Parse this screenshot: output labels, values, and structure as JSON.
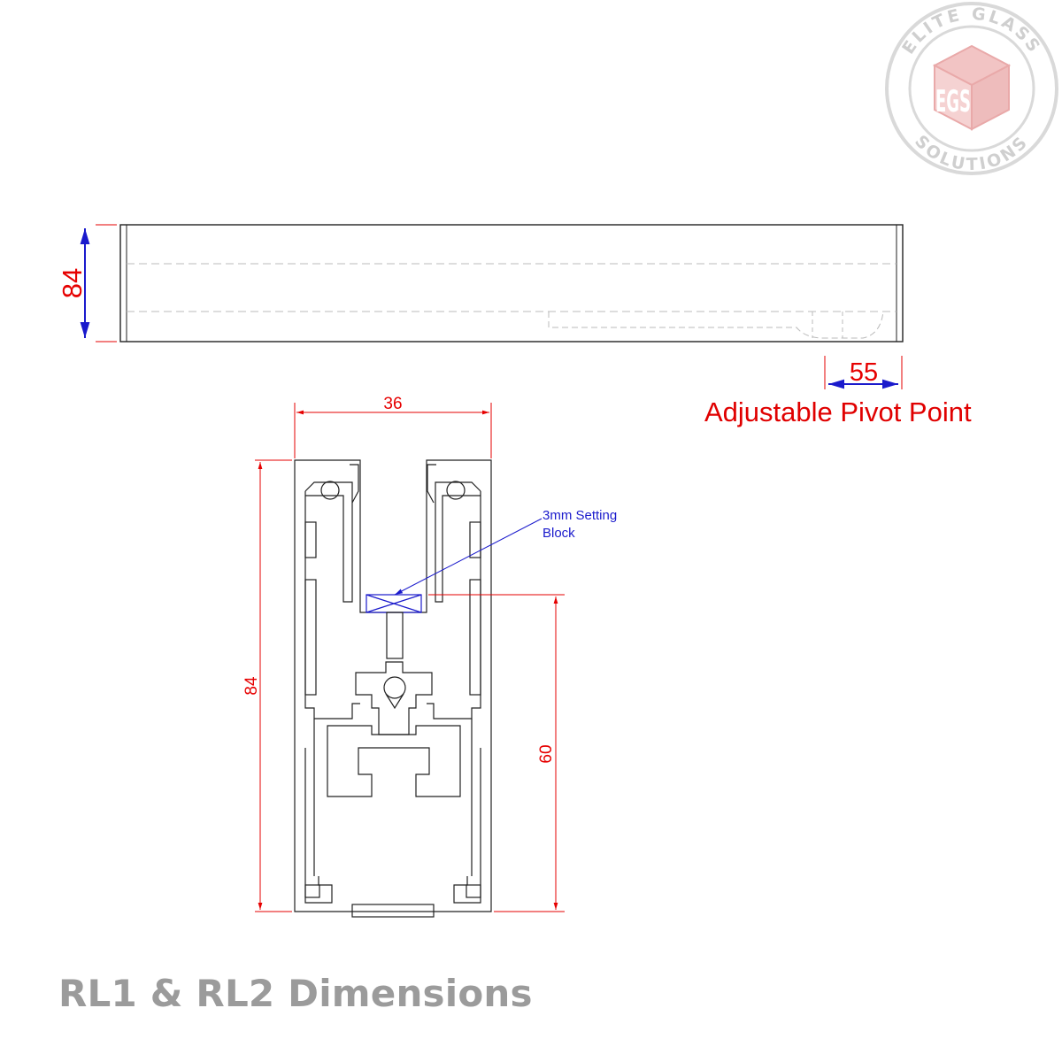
{
  "title": "RL1 & RL2 Dimensions",
  "logo": {
    "top_text": "ELITE GLASS",
    "bottom_text": "SOLUTIONS",
    "monogram": "EGS"
  },
  "side_view": {
    "height_label": "84",
    "pivot_offset_label": "55",
    "pivot_caption": "Adjustable Pivot Point"
  },
  "section_view": {
    "width_label": "36",
    "height_label": "84",
    "glass_depth_label": "60",
    "setting_block_label_line1": "3mm Setting",
    "setting_block_label_line2": "Block"
  },
  "colors": {
    "dimension": "#e60000",
    "callout": "#1a1acc",
    "outline": "#222222",
    "hidden_line": "#bbbbbb",
    "caption": "#9b9b9b",
    "logo": "#d9d9d9",
    "logo_accent": "#f2c4c4"
  }
}
